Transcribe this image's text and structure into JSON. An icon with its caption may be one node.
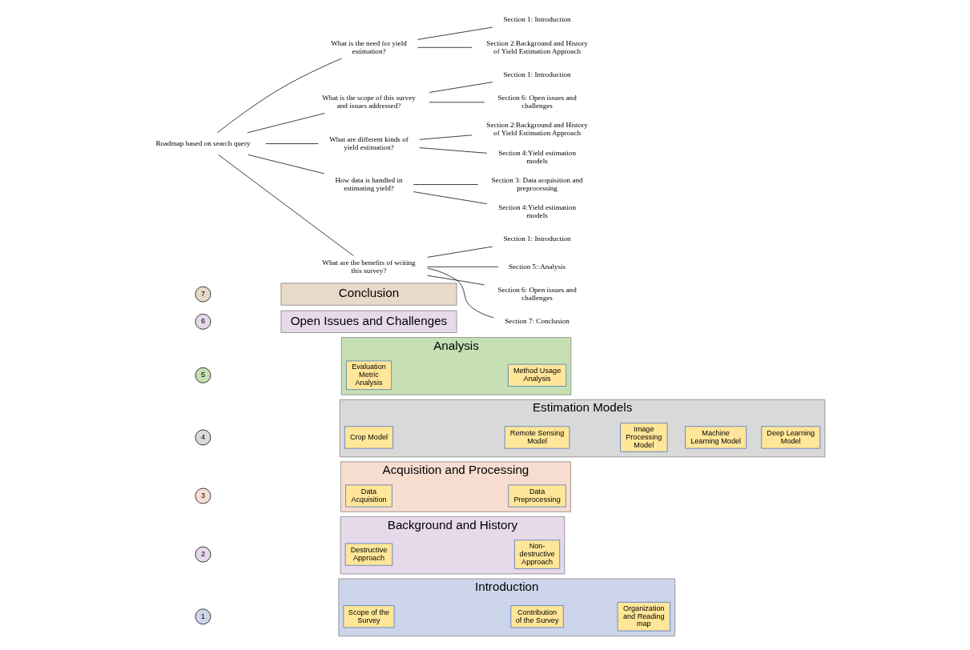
{
  "diagram": {
    "nodes": [
      {
        "text": [
          "Introduction"
        ]
      },
      {
        "text": [
          "Scope of the Survey"
        ],
        "in": 0
      },
      {
        "text": [
          "Contribution of the Survey"
        ],
        "in": 0
      },
      {
        "text": [
          "Organization and Reading map"
        ],
        "in": 0
      },
      {
        "text": [
          "Background and History"
        ]
      },
      {
        "text": [
          "Destructive Approach"
        ],
        "in": 4
      },
      {
        "text": [
          "Non-destructive Approach"
        ],
        "in": 4
      },
      {
        "text": [
          "Acquisition and Processing"
        ]
      },
      {
        "text": [
          "Data Acquisition"
        ],
        "in": 7
      },
      {
        "text": [
          "Data Preprocessing"
        ],
        "in": 7
      },
      {
        "text": [
          "Estimation Models"
        ]
      },
      {
        "text": [
          "Crop Model"
        ],
        "in": 10
      },
      {
        "text": [
          "Remote Sensing Model"
        ],
        "in": 10
      },
      {
        "text": [
          "Image Processing Model"
        ],
        "in": 10
      },
      {
        "text": [
          "Machine Learning Model"
        ],
        "in": 10
      },
      {
        "text": [
          "Deep Learning Model"
        ],
        "in": 10
      },
      {
        "text": [
          "Analysis"
        ]
      },
      {
        "text": [
          "Evaluation Metric Analysis"
        ],
        "in": 16
      },
      {
        "text": [
          "Method Usage Analysis"
        ],
        "in": 16
      },
      {
        "text": [
          "Open Issues and Challenges"
        ]
      },
      {
        "text": [
          "Conclusion"
        ]
      },
      {
        "text": [
          "1"
        ]
      },
      {
        "text": [
          "2"
        ]
      },
      {
        "text": [
          "3"
        ]
      },
      {
        "text": [
          "4"
        ]
      },
      {
        "text": [
          "5"
        ]
      },
      {
        "text": [
          "6"
        ]
      },
      {
        "text": [
          "7"
        ]
      },
      {
        "text": [
          "Roadmap based on search query"
        ]
      },
      {
        "text": [
          "What is the need for yield estimation?"
        ]
      },
      {
        "text": [
          "Section 1: Introduction"
        ]
      },
      {
        "text": [
          "Section 2:Background and History of Yield Estimation Approach"
        ]
      },
      {
        "text": [
          "What is the scope of this survey and issues addressed?"
        ]
      },
      {
        "text": [
          "Section 1: Introduction"
        ]
      },
      {
        "text": [
          "Section 6: Open issues and challenges"
        ]
      },
      {
        "text": [
          "What are different kinds of yield estimation?"
        ]
      },
      {
        "text": [
          "Section 2:Background and History of Yield Estimation Approach"
        ]
      },
      {
        "text": [
          "Section 4:Yield estimation models"
        ]
      },
      {
        "text": [
          "How data is handled in estimating yield?"
        ]
      },
      {
        "text": [
          "Section 3: Data acquisition and preprocessing"
        ]
      },
      {
        "text": [
          "Section 4:Yield estimation models"
        ]
      },
      {
        "text": [
          "What are the benefits of writing this survey?"
        ]
      },
      {
        "text": [
          "Section 1: Introduction"
        ]
      },
      {
        "text": [
          "Section 5::Analysis"
        ]
      },
      {
        "text": [
          "Section 6: Open issues and challenges"
        ]
      },
      {
        "text": [
          "Section 7: Conclusion"
        ]
      }
    ],
    "edges": [
      {
        "from": 28,
        "to": 29,
        "arrow": "none"
      },
      {
        "from": 29,
        "to": 30,
        "arrow": "none"
      },
      {
        "from": 29,
        "to": 31,
        "arrow": "none"
      },
      {
        "from": 28,
        "to": 32,
        "arrow": "none"
      },
      {
        "from": 32,
        "to": 33,
        "arrow": "none"
      },
      {
        "from": 32,
        "to": 34,
        "arrow": "none"
      },
      {
        "from": 28,
        "to": 35,
        "arrow": "none"
      },
      {
        "from": 35,
        "to": 36,
        "arrow": "none"
      },
      {
        "from": 35,
        "to": 37,
        "arrow": "none"
      },
      {
        "from": 28,
        "to": 38,
        "arrow": "none"
      },
      {
        "from": 38,
        "to": 39,
        "arrow": "none"
      },
      {
        "from": 38,
        "to": 40,
        "arrow": "none"
      },
      {
        "from": 28,
        "to": 41,
        "arrow": "none"
      },
      {
        "from": 41,
        "to": 42,
        "arrow": "none"
      },
      {
        "from": 41,
        "to": 43,
        "arrow": "none"
      },
      {
        "from": 41,
        "to": 44,
        "arrow": "none"
      },
      {
        "from": 41,
        "to": 45,
        "arrow": "none"
      }
    ]
  }
}
